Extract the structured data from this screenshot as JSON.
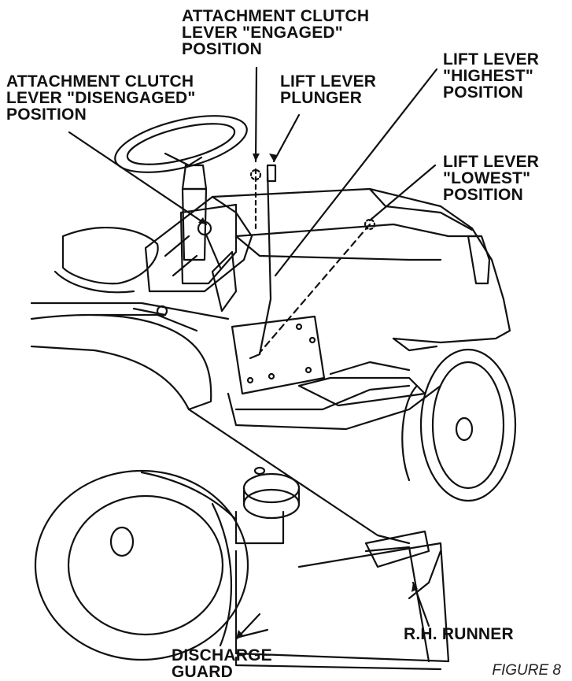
{
  "labels": {
    "clutch_engaged": [
      "ATTACHMENT CLUTCH",
      "LEVER \"ENGAGED\"",
      "POSITION"
    ],
    "clutch_disengaged": [
      "ATTACHMENT CLUTCH",
      "LEVER \"DISENGAGED\"",
      "POSITION"
    ],
    "lift_plunger": [
      "LIFT LEVER",
      "PLUNGER"
    ],
    "lift_highest": [
      "LIFT LEVER",
      "\"HIGHEST\"",
      "POSITION"
    ],
    "lift_lowest": [
      "LIFT LEVER",
      "\"LOWEST\"",
      "POSITION"
    ],
    "rh_runner": "R.H. RUNNER",
    "discharge_guard": [
      "DISCHARGE",
      "GUARD"
    ],
    "figure": "FIGURE 8"
  }
}
